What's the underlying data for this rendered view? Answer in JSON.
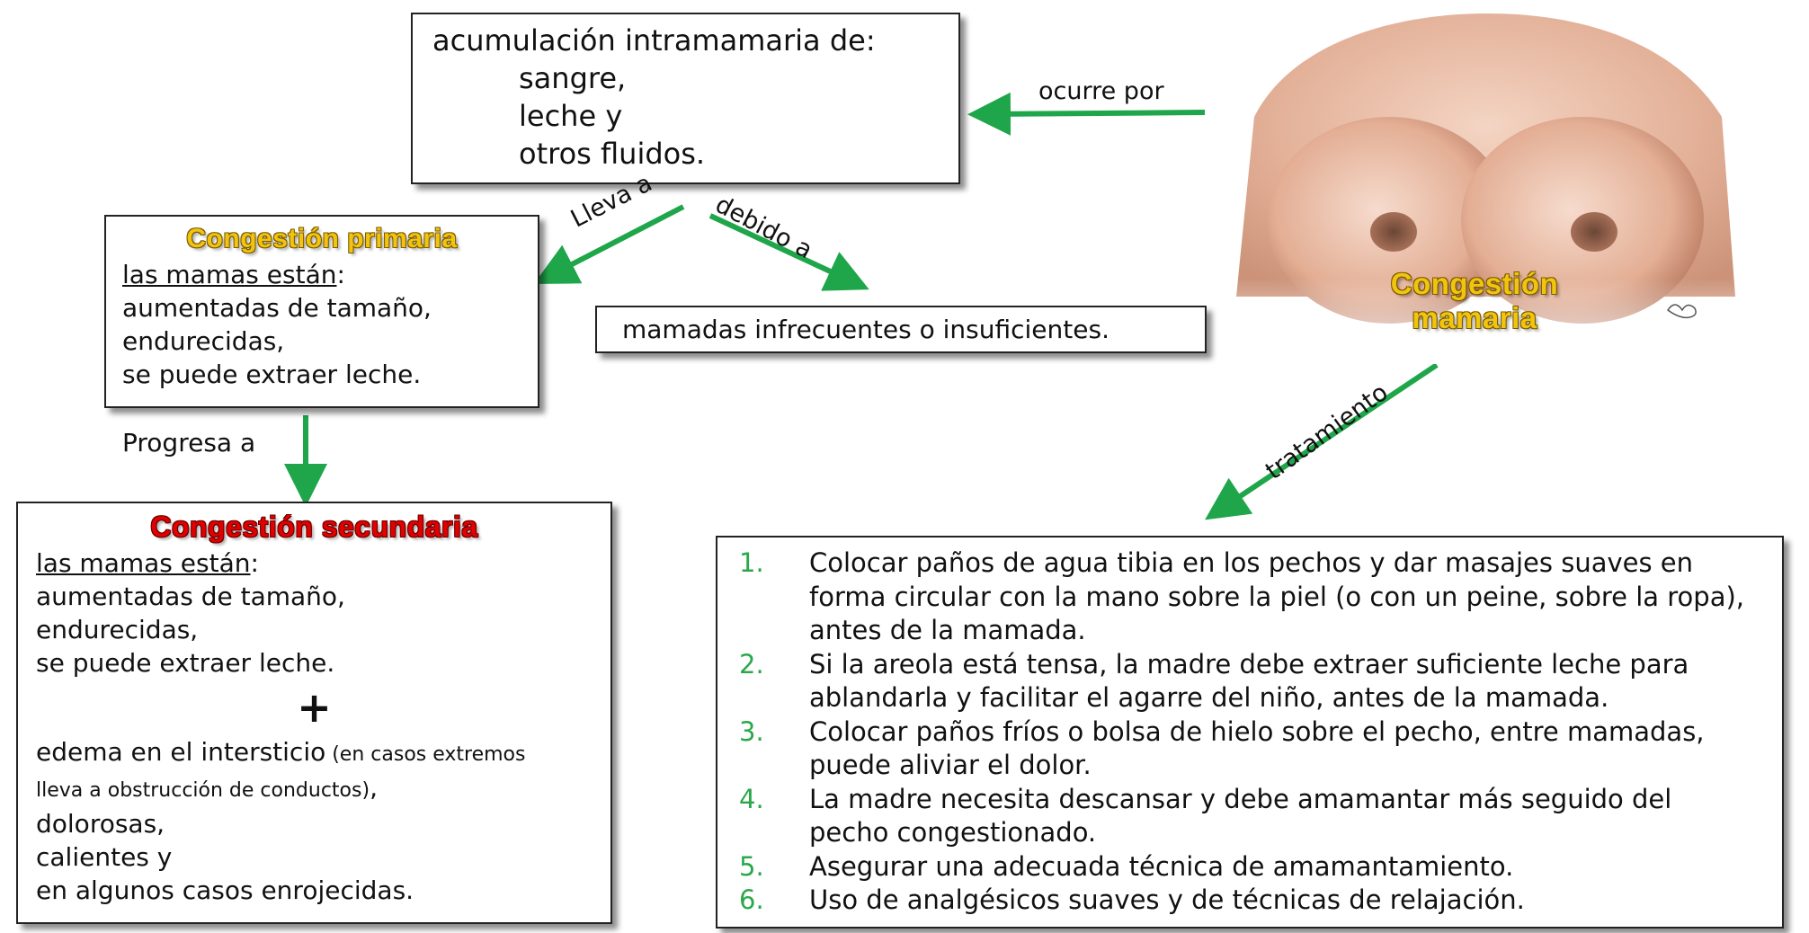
{
  "colors": {
    "arrow": "#1fa64a",
    "title_primary": "#f1c40f",
    "title_secondary": "#e10000",
    "list_number": "#2aa84a"
  },
  "definition": {
    "lines": [
      "acumulación intramamaria de:",
      "sangre,",
      "leche y",
      "otros fluidos."
    ]
  },
  "image": {
    "description_icon": "breasts-illustration",
    "caption_line1": "Congestión",
    "caption_line2": "mamaria"
  },
  "connectors": {
    "ocurre_por": "ocurre por",
    "lleva_a": "Lleva a",
    "debido_a": "debido a",
    "progresa_a": "Progresa a",
    "tratamiento": "tratamiento"
  },
  "cause": {
    "text": "mamadas infrecuentes o insuficientes."
  },
  "primary": {
    "title": "Congestión primaria",
    "intro": "las mamas están",
    "colon": ":",
    "lines": [
      "aumentadas de tamaño,",
      "endurecidas,",
      "se puede extraer leche."
    ]
  },
  "secondary": {
    "title": "Congestión  secundaria",
    "intro": "las mamas están",
    "colon": ":",
    "lines": [
      "aumentadas de tamaño,",
      "endurecidas,",
      "se puede extraer leche."
    ],
    "plus": "+",
    "extra_main": "edema en el intersticio",
    "extra_note1": " (en casos extremos",
    "extra_note2": "lleva a obstrucción de conductos)",
    "extra_tail": ",",
    "more_lines": [
      "dolorosas,",
      "calientes y",
      "en algunos casos enrojecidas."
    ]
  },
  "treatment": {
    "items": [
      {
        "num": "1.",
        "text": "Colocar paños de agua tibia en los pechos y dar masajes suaves en forma circular con la mano sobre la piel (o con un peine, sobre la ropa), antes de la mamada."
      },
      {
        "num": "2.",
        "text": "Si la areola está tensa, la madre debe extraer suficiente leche para ablandarla y facilitar el agarre del niño, antes de la mamada."
      },
      {
        "num": "3.",
        "text": "Colocar paños fríos o bolsa de hielo sobre el pecho, entre mamadas, puede aliviar el dolor."
      },
      {
        "num": "4.",
        "text": "La madre necesita descansar y debe amamantar más seguido del pecho congestionado."
      },
      {
        "num": "5.",
        "text": "Asegurar una adecuada técnica de amamantamiento."
      },
      {
        "num": "6.",
        "text": "Uso de analgésicos suaves y de técnicas de relajación."
      }
    ]
  }
}
